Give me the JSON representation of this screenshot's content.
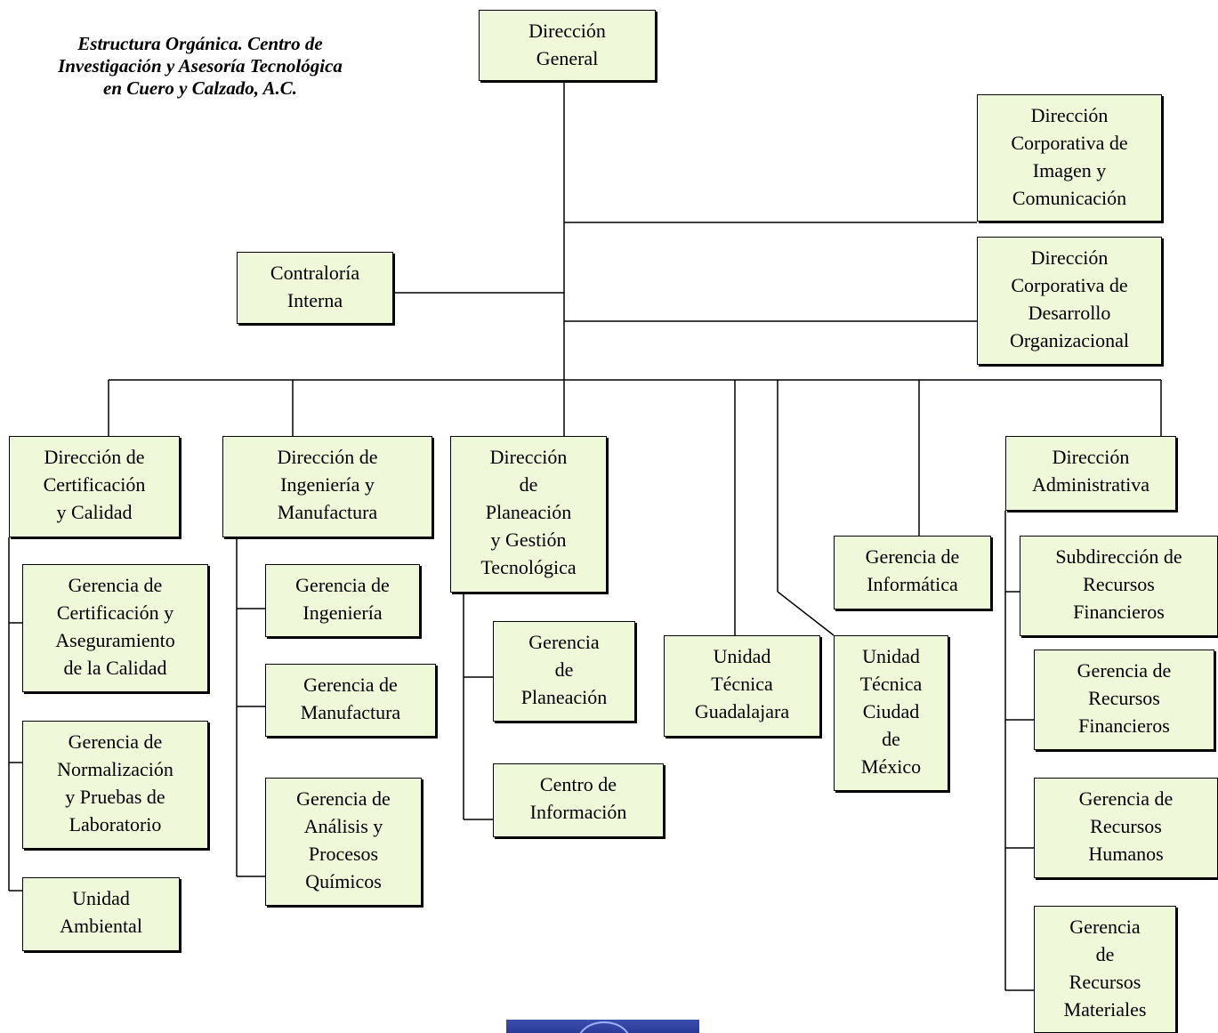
{
  "title": "Estructura Orgánica. Centro de Investigación y Asesoría Tecnológica en Cuero y Calzado, A.C.",
  "colors": {
    "box_fill": "#eff8d9",
    "line": "#000000"
  },
  "boxes": {
    "direccion_general": "Dirección\nGeneral",
    "dir_imagen": "Dirección\nCorporativa  de\nImagen y\nComunicación",
    "dir_desarrollo": "Dirección\nCorporativa de\nDesarrollo\nOrganizacional",
    "contraloria": "Contraloría\nInterna",
    "dir_certificacion": "Dirección de\nCertificación\ny Calidad",
    "ger_certificacion": "Gerencia de\nCertificación y\nAseguramiento\nde la Calidad",
    "ger_normalizacion": "Gerencia de\nNormalización\ny Pruebas de\nLaboratorio",
    "unidad_ambiental": "Unidad\nAmbiental",
    "dir_ingenieria": "Dirección de\nIngeniería y\nManufactura",
    "ger_ingenieria": "Gerencia de\nIngeniería",
    "ger_manufactura": "Gerencia de\nManufactura",
    "ger_analisis": "Gerencia de\nAnálisis y\nProcesos\nQuímicos",
    "dir_planeacion": "Dirección\nde\nPlaneación\ny Gestión\nTecnológica",
    "ger_planeacion": "Gerencia\nde\nPlaneación",
    "centro_informacion": "Centro de\nInformación",
    "ut_guadalajara": "Unidad\nTécnica\nGuadalajara",
    "ut_cdmx": "Unidad\nTécnica\nCiudad\nde\nMéxico",
    "ger_informatica": "Gerencia de\nInformática",
    "dir_administrativa": "Dirección\nAdministrativa",
    "sub_rec_financieros": "Subdirección de\nRecursos\nFinancieros",
    "ger_rec_financieros": "Gerencia de\nRecursos\nFinancieros",
    "ger_rec_humanos": "Gerencia de\nRecursos\nHumanos",
    "ger_rec_materiales": "Gerencia\nde\nRecursos\nMateriales"
  }
}
